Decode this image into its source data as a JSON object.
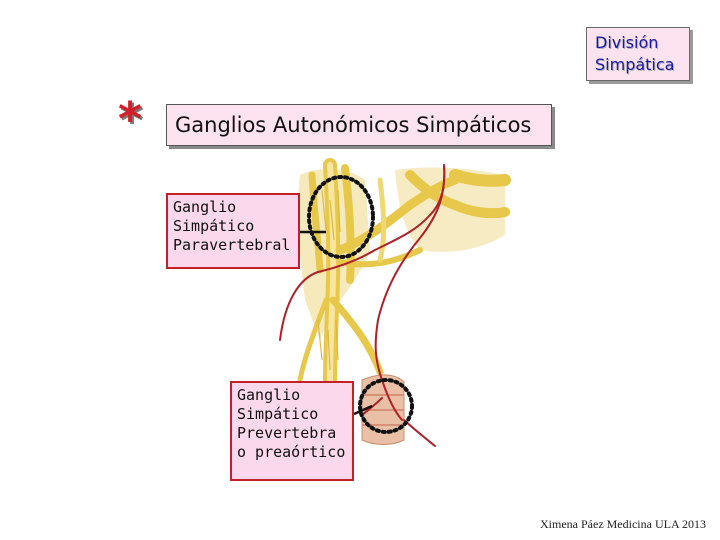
{
  "section_label": {
    "line1": "División",
    "line2": "Simpática"
  },
  "asterisk": "*",
  "title": "Ganglios Autonómicos Simpáticos",
  "labels": {
    "paravertebral": {
      "line1": "Ganglio",
      "line2": "Simpático",
      "line3": "Paravertebral"
    },
    "prevertebral": {
      "line1": "Ganglio",
      "line2": "Simpático",
      "line3": "Prevertebra",
      "line4": "o preaórtico"
    }
  },
  "credit": "Ximena Páez Medicina ULA 2013",
  "colors": {
    "nerve": "#e8c84a",
    "nerve_light": "#f3df84",
    "fiber": "#b0202a",
    "label_border": "#c4202a",
    "label_fill": "#fbd8ec",
    "dotted_circle": "#111111",
    "tissue": "#e9c0a6"
  }
}
